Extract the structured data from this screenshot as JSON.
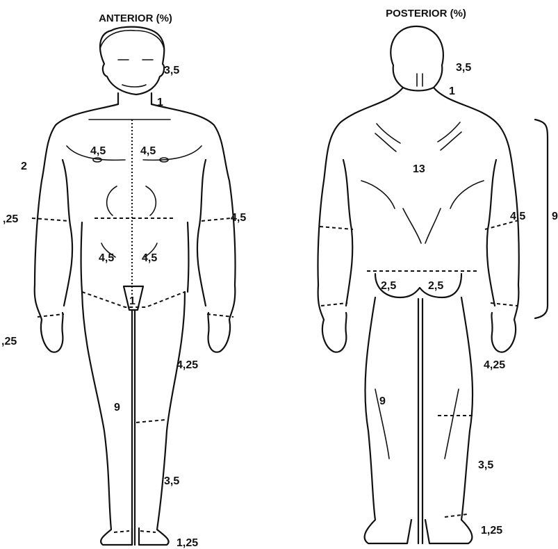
{
  "titles": {
    "anterior": "ANTERIOR (%)",
    "posterior": "POSTERIOR (%)"
  },
  "anterior": {
    "head": "3,5",
    "neck": "1",
    "upper_arm_left": "2",
    "chest_left": "4,5",
    "chest_right": "4,5",
    "forearm_left": ",25",
    "arm_right": "4,5",
    "abdomen_left": "4,5",
    "abdomen_right": "4,5",
    "genitals": "1",
    "hand_left": ",25",
    "thigh_right": "4,25",
    "leg_left": "9",
    "calf_right": "3,5",
    "foot_right": "1,25"
  },
  "posterior": {
    "head": "3,5",
    "neck": "1",
    "back": "13",
    "arm_right": "4,5",
    "buttock_left": "2,5",
    "buttock_right": "2,5",
    "thigh_right": "4,25",
    "leg_left": "9",
    "calf_right": "3,5",
    "foot_right": "1,25",
    "edge_cut": "9"
  }
}
